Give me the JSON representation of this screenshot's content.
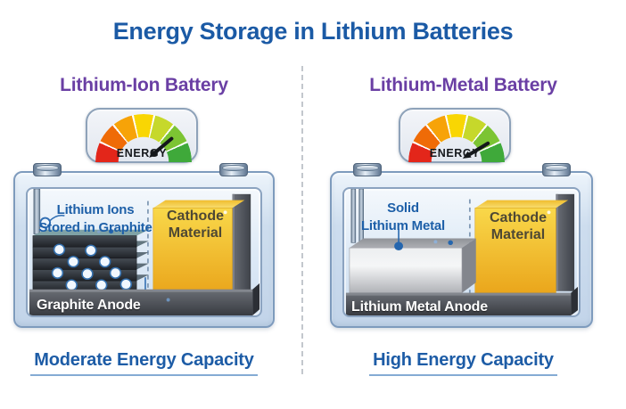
{
  "title": "Energy Storage in Lithium Batteries",
  "gauge": {
    "segments": [
      "#e3261a",
      "#ef6b07",
      "#f7a308",
      "#f9d603",
      "#c6d82b",
      "#7cc433",
      "#3fa93a"
    ],
    "panel_color": "#edf0f6",
    "needle_color": "#14171b"
  },
  "colors": {
    "title_blue": "#1b5aa5",
    "subtitle_purple": "#6a3fa4",
    "caption_blue": "#1d5ca6",
    "component_label_blue": "#1d5fa8",
    "cathode_yellow": "#f2bc2a",
    "anode_bar_gray": "#3c3f45"
  },
  "left": {
    "subtitle": "Lithium-Ion Battery",
    "gauge_label": "ENERGY",
    "needle_angle_deg": 50,
    "label_line1": "Lithium Ions",
    "label_line2": "Stored in Graphite",
    "cathode_line1": "Cathode",
    "cathode_line2": "Material",
    "anode_label": "Graphite Anode",
    "caption": "Moderate Energy Capacity"
  },
  "right": {
    "subtitle": "Lithium-Metal Battery",
    "gauge_label": "ENERGY",
    "needle_angle_deg": 59,
    "label_line1": "Solid",
    "label_line2": "Lithium Metal",
    "cathode_line1": "Cathode",
    "cathode_line2": "Material",
    "anode_label": "Lithium Metal Anode",
    "caption": "High Energy Capacity"
  }
}
